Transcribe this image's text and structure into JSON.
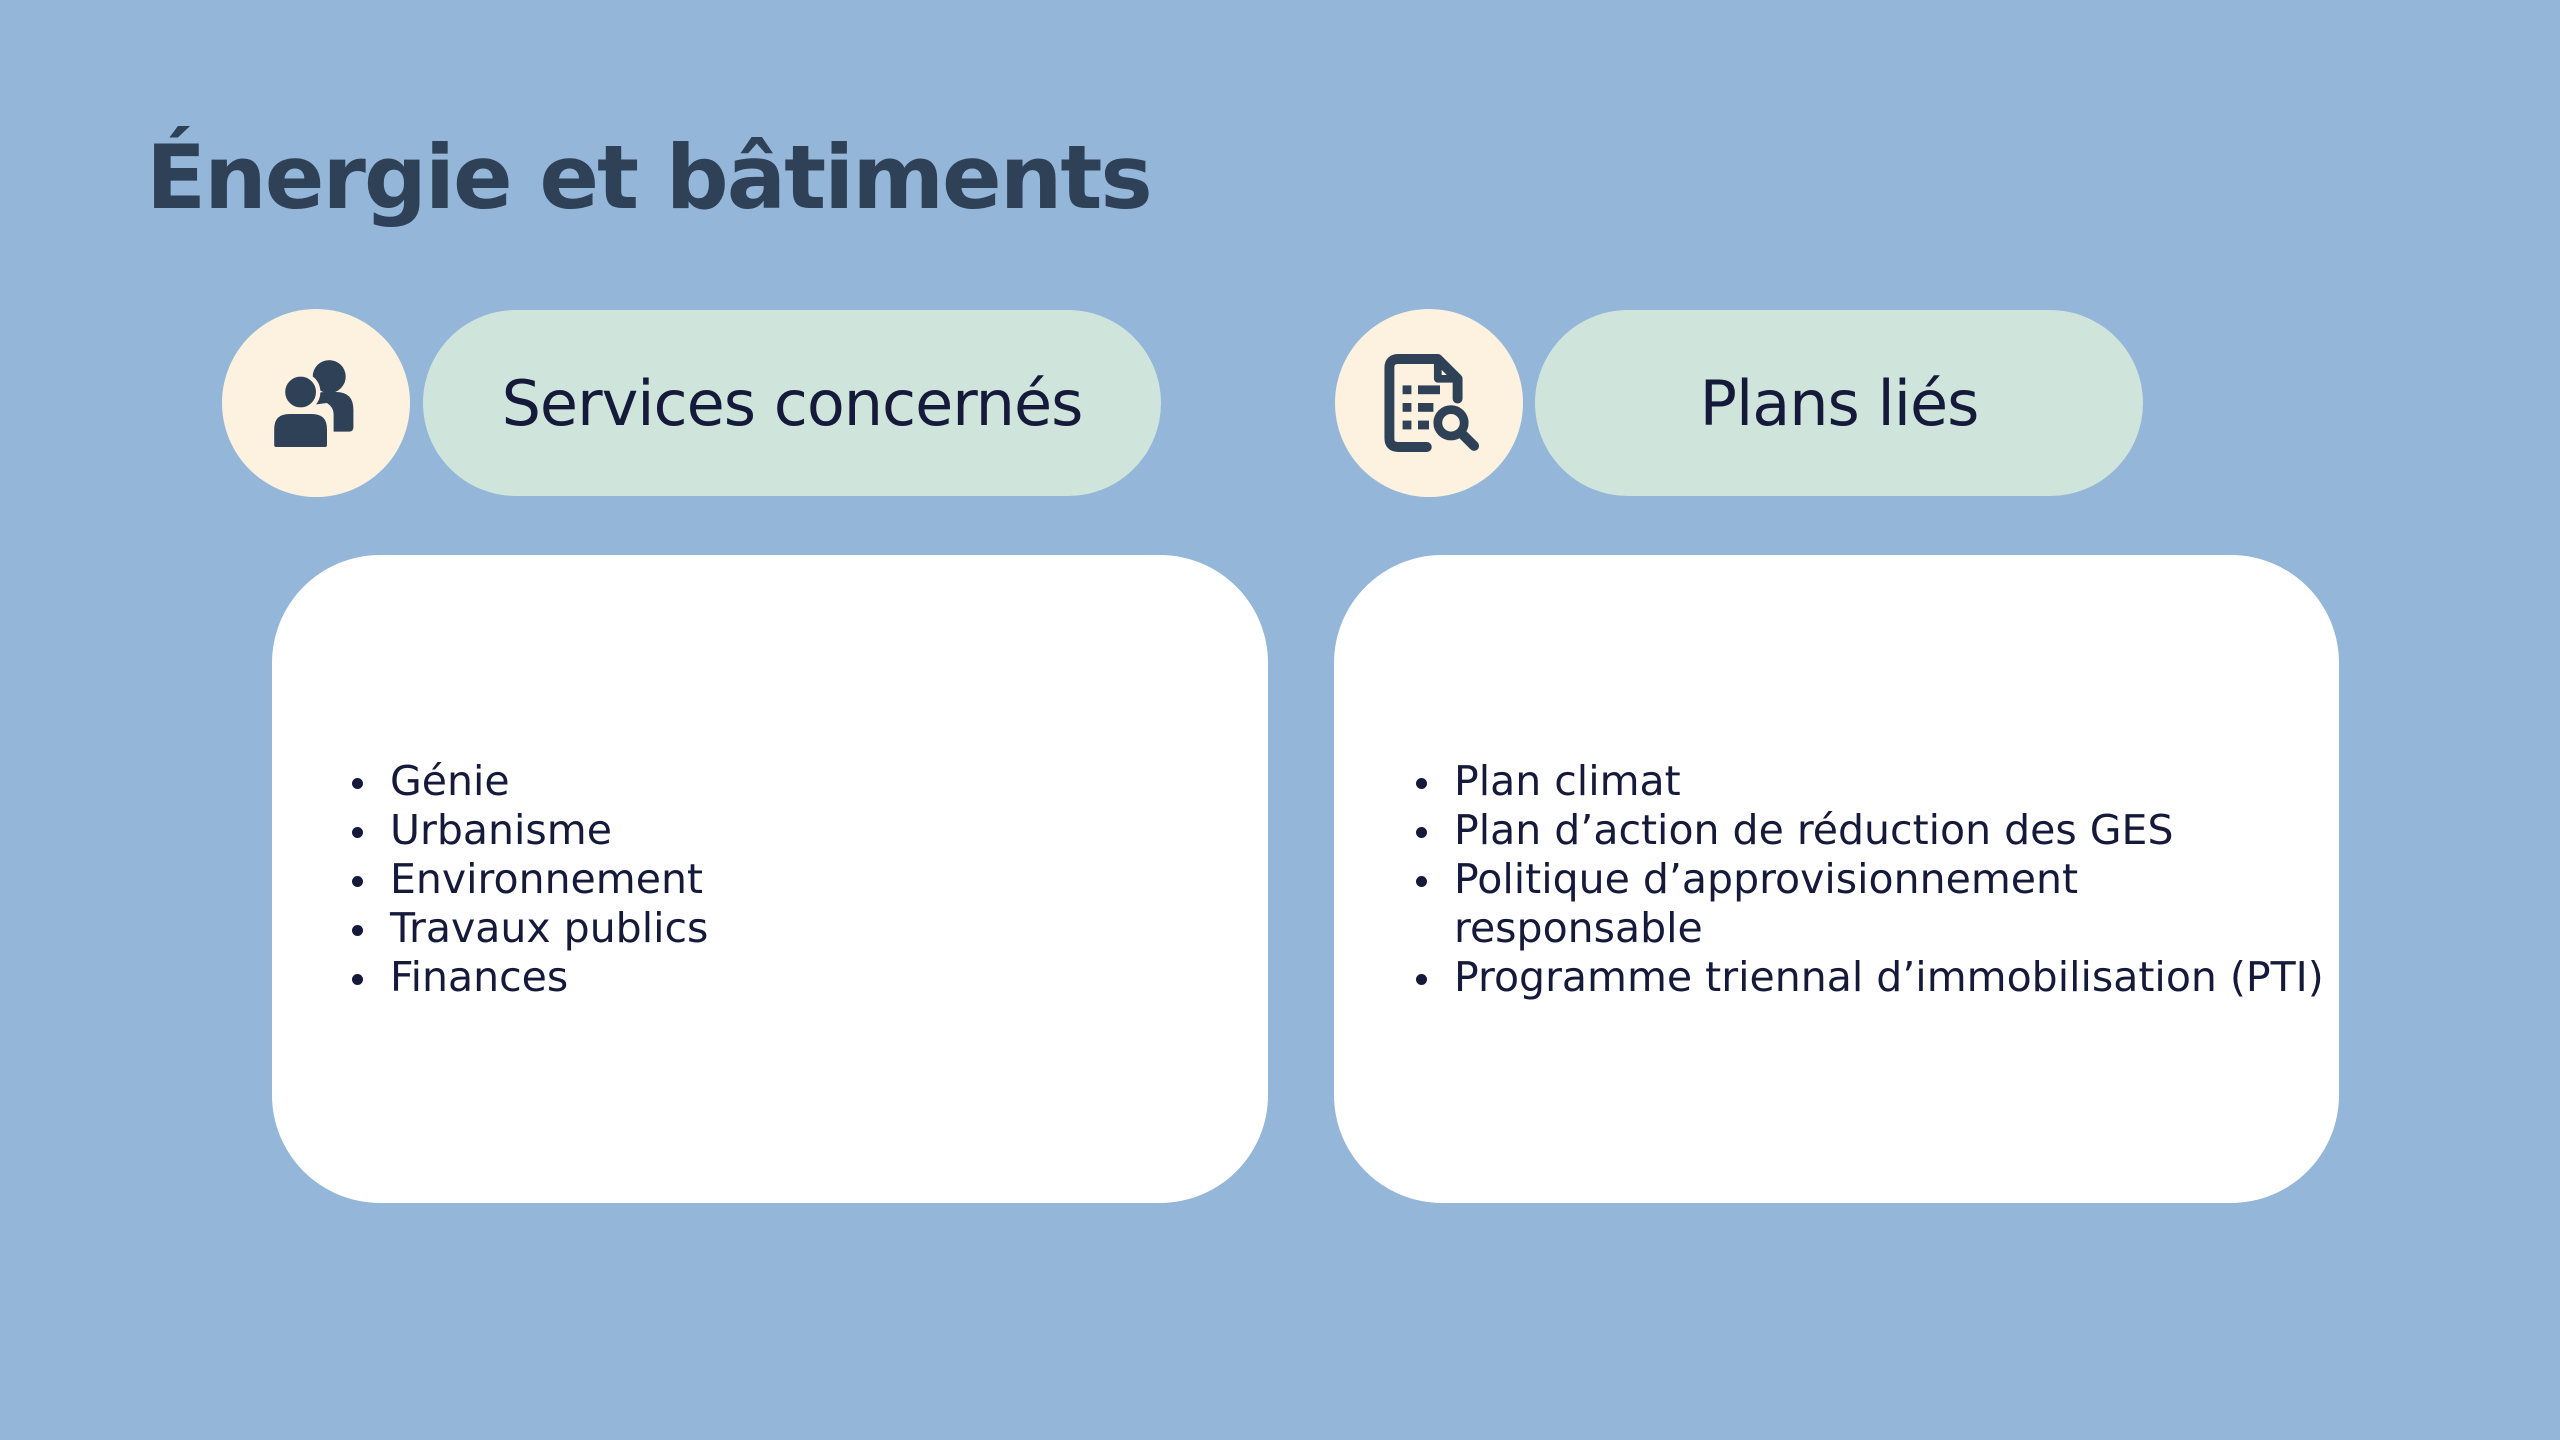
{
  "slide": {
    "title": "Énergie et bâtiments",
    "background_color": "#93b6d9"
  },
  "services": {
    "icon": "users-icon",
    "header": "Services concernés",
    "items": [
      "Génie",
      "Urbanisme",
      "Environnement",
      "Travaux publics",
      "Finances"
    ]
  },
  "plans": {
    "icon": "document-search-icon",
    "header": "Plans liés",
    "items": [
      "Plan climat",
      "Plan d’action de réduction des GES",
      "Politique d’approvisionnement",
      "responsable",
      "Programme triennal d’immobilisation (PTI)"
    ]
  },
  "colors": {
    "title": "#2f4157",
    "icon_circle": "#fdf1df",
    "pill": "#cfe5dc",
    "card": "#ffffff",
    "text": "#151a3a"
  }
}
